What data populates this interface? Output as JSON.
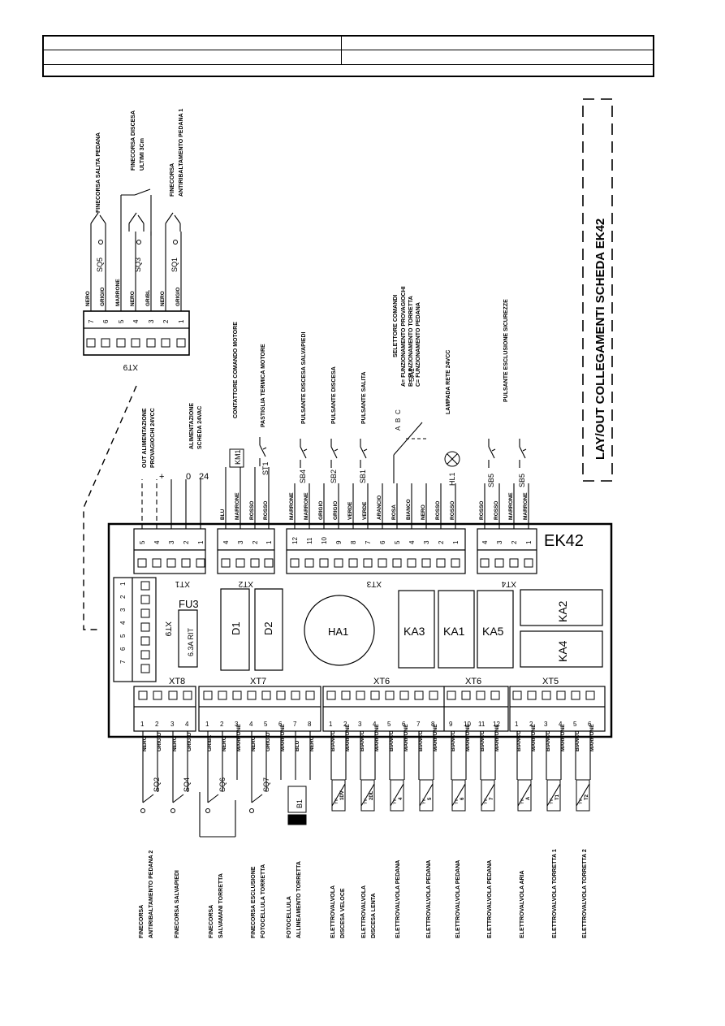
{
  "board": {
    "name": "EK42"
  },
  "title": "LAY/OUT COLLEGAMENTI SCHEDA EK42",
  "xt9": {
    "name": "XT9",
    "pins": [
      "7",
      "6",
      "5",
      "4",
      "3",
      "2",
      "1"
    ],
    "wires": [
      "NERO",
      "GRIGIO",
      "MARRONE",
      "NERO",
      "GR/BL",
      "NERO",
      "GRIGIO"
    ],
    "devices": [
      {
        "id": "SQ5",
        "desc": "FINECORSA SALITA PEDANA"
      },
      {
        "id": "SQ3",
        "desc": "FINECORSA DISCESA",
        "desc2": "ULTIMI 3Cm"
      },
      {
        "id": "SQ1",
        "desc": "FINECORSA",
        "desc2": "ANTIRIBALTAMENTO PEDANA 1"
      }
    ]
  },
  "xt1": {
    "name": "XT1",
    "pins": [
      "5",
      "4",
      "3",
      "2",
      "1"
    ],
    "symbols": [
      "+",
      "0",
      "24"
    ],
    "desc1": [
      "OUT ALIMENTAZIONE",
      "PROVAGIOCHI 24VCC"
    ],
    "desc2": [
      "ALIMENTAZIONE",
      "SCHEDA 24VAC"
    ]
  },
  "xt2": {
    "name": "XT2",
    "pins": [
      "4",
      "3",
      "2",
      "1"
    ],
    "wires": [
      "BLU",
      "MARRONE",
      "ROSSO",
      "ROSSO"
    ],
    "devices": [
      {
        "id": "KM1",
        "desc": "CONTATTORE COMANDO MOTORE"
      },
      {
        "id": "ST1",
        "desc": "PASTIGLIA TERMICA MOTORE"
      }
    ]
  },
  "xt3": {
    "name": "XT3",
    "pins": [
      "12",
      "11",
      "10",
      "9",
      "8",
      "7",
      "6",
      "5",
      "4",
      "3",
      "2",
      "1"
    ],
    "wires": [
      "MARRONE",
      "MARRONE",
      "GRIGIO",
      "GRIGIO",
      "VERDE",
      "VERDE",
      "ARANCIO",
      "ROSA",
      "BIANCO",
      "NERO",
      "ROSSO",
      "ROSSO"
    ],
    "devices": [
      {
        "id": "SB4",
        "desc": "PULSANTE DISCESA SALVAPIEDI"
      },
      {
        "id": "SB2",
        "desc": "PULSANTE DISCESA"
      },
      {
        "id": "SB1",
        "desc": "PULSANTE SALITA"
      },
      {
        "id": "SA1",
        "desc": "SELETTORE COMANDI"
      },
      {
        "id": "HL1",
        "desc": "LAMPADA RETE 24VCC"
      }
    ],
    "selector": {
      "A": "A= FUNZIONAMENTO PROVAGIOCHI",
      "B": "B= FUNZIONAMENTO TORRETTA",
      "C": "C= FUNZIONAMENTO PEDANA"
    }
  },
  "xt4": {
    "name": "XT4",
    "pins": [
      "4",
      "3",
      "2",
      "1"
    ],
    "wires": [
      "ROSSO",
      "ROSSO",
      "MARRONE",
      "MARRONE"
    ],
    "devices": [
      {
        "id": "SB5",
        "desc": "PULSANTE ESCLUSIONE SICUREZZE"
      },
      {
        "id": "SB5",
        "desc": ""
      }
    ]
  },
  "components": {
    "FU3": "FU3",
    "fuse_rating": "6.3A RIT",
    "D1": "D1",
    "D2": "D2",
    "HA1": "HA1",
    "KA3": "KA3",
    "KA1": "KA1",
    "KA5": "KA5",
    "KA2": "KA2",
    "KA4": "KA4"
  },
  "xt8": {
    "name": "XT8",
    "pins": [
      "1",
      "2",
      "3",
      "4"
    ],
    "wires": [
      "NERO",
      "GRIGIO",
      "NERO",
      "GRIGIO"
    ],
    "devices": [
      {
        "id": "SQ2"
      },
      {
        "id": "SQ4"
      }
    ]
  },
  "xt7": {
    "name": "XT7",
    "pins": [
      "1",
      "2",
      "3",
      "4",
      "5",
      "6",
      "7",
      "8"
    ],
    "wires": [
      "GR/BL",
      "NERO",
      "MARRONE",
      "NERO",
      "GRIGIO",
      "MARRONE",
      "BLU",
      "NERO"
    ],
    "devices": [
      {
        "id": "SQ6"
      },
      {
        "id": "SQ7"
      },
      {
        "id": "B1"
      }
    ]
  },
  "xt6": {
    "name": "XT6",
    "pins": [
      "1",
      "2",
      "3",
      "4",
      "5",
      "6",
      "7",
      "8",
      "9",
      "10",
      "11",
      "12"
    ],
    "wires": [
      "BIANCO",
      "MARRONE",
      "BIANCO",
      "MARRONE",
      "BIANCO",
      "MARRONE",
      "BIANCO",
      "MARRONE",
      "BIANCO",
      "MARRONE",
      "BIANCO",
      "MARRONE"
    ],
    "valves": [
      "1DV",
      "2DL",
      "4",
      "5",
      "6",
      "7"
    ]
  },
  "xt5": {
    "name": "XT5",
    "pins": [
      "1",
      "2",
      "3",
      "4",
      "5",
      "6"
    ],
    "wires": [
      "BIANCO",
      "MARRONE",
      "BIANCO",
      "MARRONE",
      "BIANCO",
      "MARRONE"
    ],
    "valves": [
      "A",
      "T1",
      "T2"
    ]
  },
  "bottom_labels": [
    [
      "FINECORSA",
      "ANTIRIBALTAMENTO PEDANA 2"
    ],
    [
      "FINECORSA SALVAPIEDI"
    ],
    [
      "FINECORSA",
      "SALVAMANI TORRETTA"
    ],
    [
      "FINECORSA ESCLUSIONE",
      "FOTOCELLULA TORRETTA"
    ],
    [
      "FOTOCELLULA",
      "ALLINEAMENTO TORRETTA"
    ],
    [
      "ELETTROVALVOLA",
      "DISCESA VELOCE"
    ],
    [
      "ELETTROVALVOLA",
      "DISCESA LENTA"
    ],
    [
      "ELETTROVALVOLA PEDANA"
    ],
    [
      "ELETTROVALVOLA PEDANA"
    ],
    [
      "ELETTROVALVOLA PEDANA"
    ],
    [
      "ELETTROVALVOLA PEDANA"
    ],
    [
      "ELETTROVALVOLA ARIA"
    ],
    [
      "ELETTROVALVOLA TORRETTA 1"
    ],
    [
      "ELETTROVALVOLA TORRETTA 2"
    ]
  ]
}
